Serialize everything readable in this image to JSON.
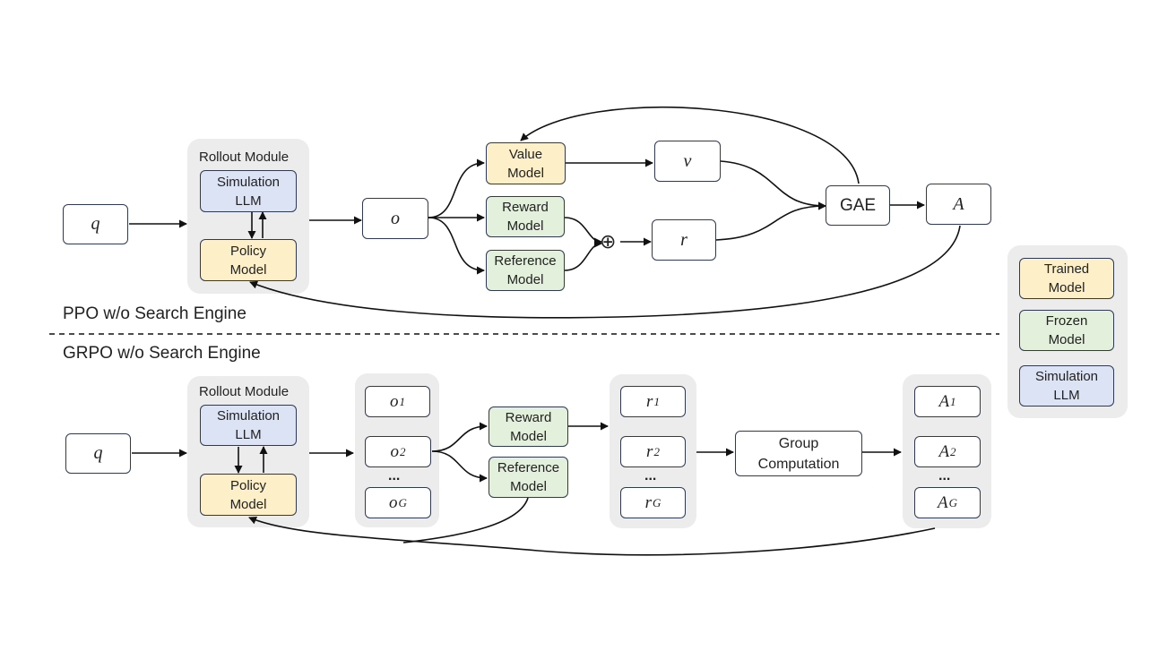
{
  "ppo": {
    "section_label": "PPO w/o Search Engine",
    "rollout_title": "Rollout Module",
    "q": "q",
    "simulation_llm": "Simulation\nLLM",
    "policy_model": "Policy\nModel",
    "o": "o",
    "value_model": "Value\nModel",
    "reward_model": "Reward\nModel",
    "reference_model": "Reference\nModel",
    "combine_symbol": "⊕",
    "v": "v",
    "r": "r",
    "gae": "GAE",
    "a": "A"
  },
  "grpo": {
    "section_label": "GRPO w/o Search Engine",
    "rollout_title": "Rollout Module",
    "q": "q",
    "simulation_llm": "Simulation\nLLM",
    "policy_model": "Policy\nModel",
    "outputs": [
      {
        "base": "o",
        "sub": "1"
      },
      {
        "base": "o",
        "sub": "2"
      },
      {
        "base": "o",
        "sub": "G"
      }
    ],
    "reward_model": "Reward\nModel",
    "reference_model": "Reference\nModel",
    "rewards": [
      {
        "base": "r",
        "sub": "1"
      },
      {
        "base": "r",
        "sub": "2"
      },
      {
        "base": "r",
        "sub": "G"
      }
    ],
    "group_computation": "Group\nComputation",
    "advantages": [
      {
        "base": "A",
        "sub": "1"
      },
      {
        "base": "A",
        "sub": "2"
      },
      {
        "base": "A",
        "sub": "G"
      }
    ],
    "ellipsis": "..."
  },
  "legend": {
    "trained": "Trained\nModel",
    "frozen": "Frozen\nModel",
    "simulation": "Simulation\nLLM"
  },
  "colors": {
    "trained": "#fdf0c9",
    "frozen": "#e3f0db",
    "simulation": "#dbe3f4",
    "group_background": "#ececec",
    "border": "#2f3a52"
  }
}
